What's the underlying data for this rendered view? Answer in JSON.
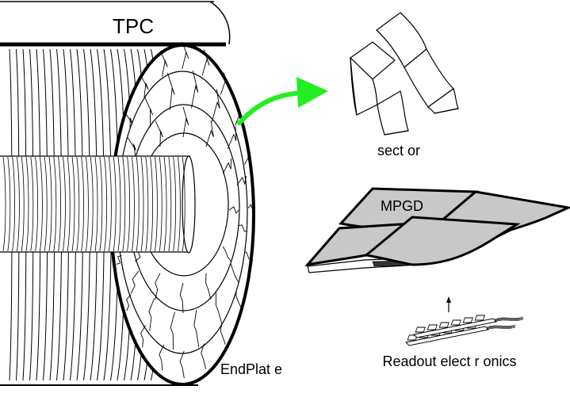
{
  "labels": {
    "tpc": "TPC",
    "sector": "sect or",
    "mpgd": "MPGD",
    "readout": "Readout  elect r onics",
    "endplate": "EndPlat e"
  },
  "colors": {
    "stroke": "#000000",
    "arrow": "#22ee22",
    "panel": "#c8c8c8",
    "background": "#ffffff"
  }
}
